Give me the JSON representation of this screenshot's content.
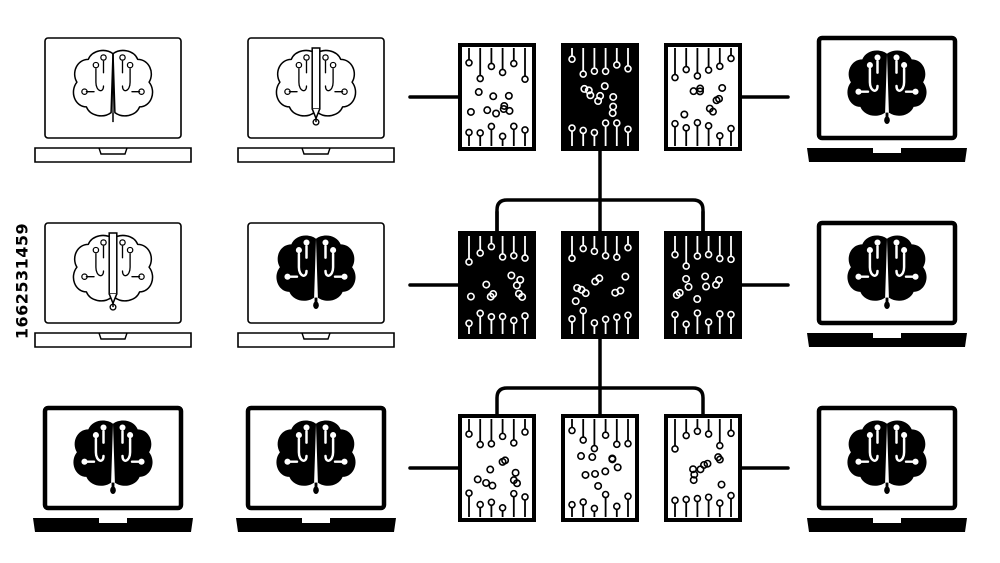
{
  "stock_id": "1662531459",
  "colors": {
    "ink": "#000000",
    "paper": "#ffffff"
  },
  "icons": {
    "laptop": "laptop-brain-icon",
    "chip": "circuit-board-icon"
  },
  "laptops": [
    {
      "col": 0,
      "row": 0,
      "style": "outline-thin",
      "brain": "outline"
    },
    {
      "col": 1,
      "row": 0,
      "style": "outline-thin",
      "brain": "outline-pen"
    },
    {
      "col": 3,
      "row": 0,
      "style": "bold",
      "brain": "filled"
    },
    {
      "col": 0,
      "row": 1,
      "style": "outline-thin",
      "brain": "outline-pen"
    },
    {
      "col": 1,
      "row": 1,
      "style": "outline-thin",
      "brain": "filled"
    },
    {
      "col": 3,
      "row": 1,
      "style": "bold",
      "brain": "filled"
    },
    {
      "col": 0,
      "row": 2,
      "style": "bold",
      "brain": "filled"
    },
    {
      "col": 1,
      "row": 2,
      "style": "bold",
      "brain": "filled"
    },
    {
      "col": 3,
      "row": 2,
      "style": "bold",
      "brain": "filled"
    }
  ],
  "boards": [
    {
      "row": 0,
      "col": 0,
      "fill": "white"
    },
    {
      "row": 0,
      "col": 1,
      "fill": "black"
    },
    {
      "row": 0,
      "col": 2,
      "fill": "white"
    },
    {
      "row": 1,
      "col": 0,
      "fill": "black"
    },
    {
      "row": 1,
      "col": 1,
      "fill": "black"
    },
    {
      "row": 1,
      "col": 2,
      "fill": "black"
    },
    {
      "row": 2,
      "col": 0,
      "fill": "white"
    },
    {
      "row": 2,
      "col": 1,
      "fill": "white"
    },
    {
      "row": 2,
      "col": 2,
      "fill": "white"
    }
  ]
}
